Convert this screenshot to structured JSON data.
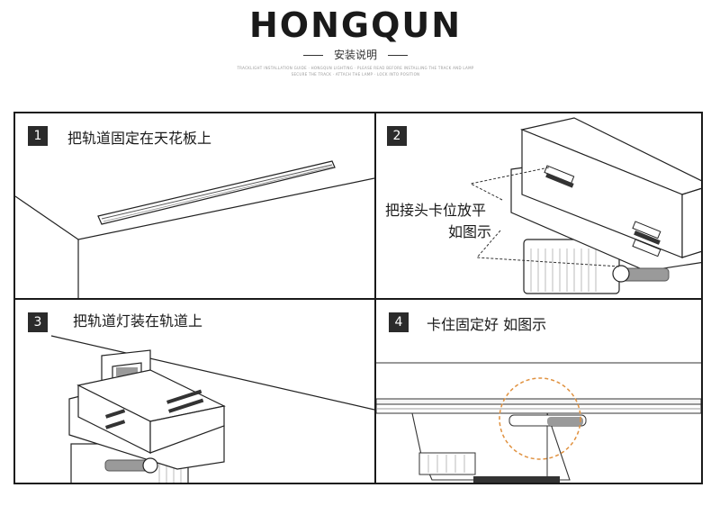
{
  "header": {
    "brand": "HONGQUN",
    "subtitle": "安装说明",
    "fine_print_1": "TRACKLIGHT INSTALLATION GUIDE · HONGQUN LIGHTING · PLEASE READ BEFORE INSTALLING THE TRACK AND LAMP",
    "fine_print_2": "SECURE THE TRACK · ATTACH THE LAMP · LOCK INTO POSITION"
  },
  "steps": [
    {
      "number": "1",
      "caption": "把轨道固定在天花板上"
    },
    {
      "number": "2",
      "caption_line1": "把接头卡位放平",
      "caption_line2": "如图示"
    },
    {
      "number": "3",
      "caption": "把轨道灯装在轨道上"
    },
    {
      "number": "4",
      "caption": "卡住固定好  如图示"
    }
  ],
  "colors": {
    "frame": "#1a1a1a",
    "badge": "#2b2b2b",
    "highlight_circle": "#e0913f",
    "part_gray": "#9a9a9a"
  }
}
